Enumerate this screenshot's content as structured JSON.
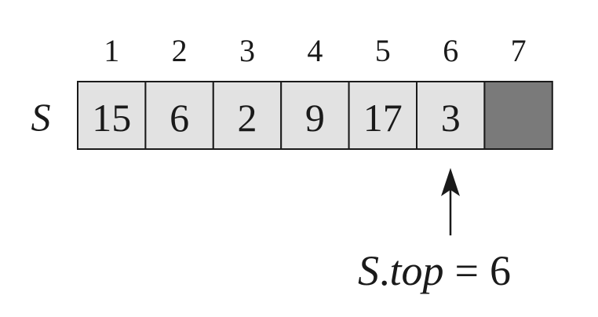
{
  "stack": {
    "name": "S",
    "indices": [
      "1",
      "2",
      "3",
      "4",
      "5",
      "6",
      "7"
    ],
    "values": [
      "15",
      "6",
      "2",
      "9",
      "17",
      "3",
      ""
    ],
    "filled_count": 6
  },
  "pointer": {
    "obj": "S",
    "dot": ".",
    "attr": "top",
    "eq": "=",
    "value": "6"
  },
  "colors": {
    "filled_cell": "#e2e2e2",
    "empty_cell": "#7a7a7a",
    "stroke": "#1a1a1a"
  }
}
